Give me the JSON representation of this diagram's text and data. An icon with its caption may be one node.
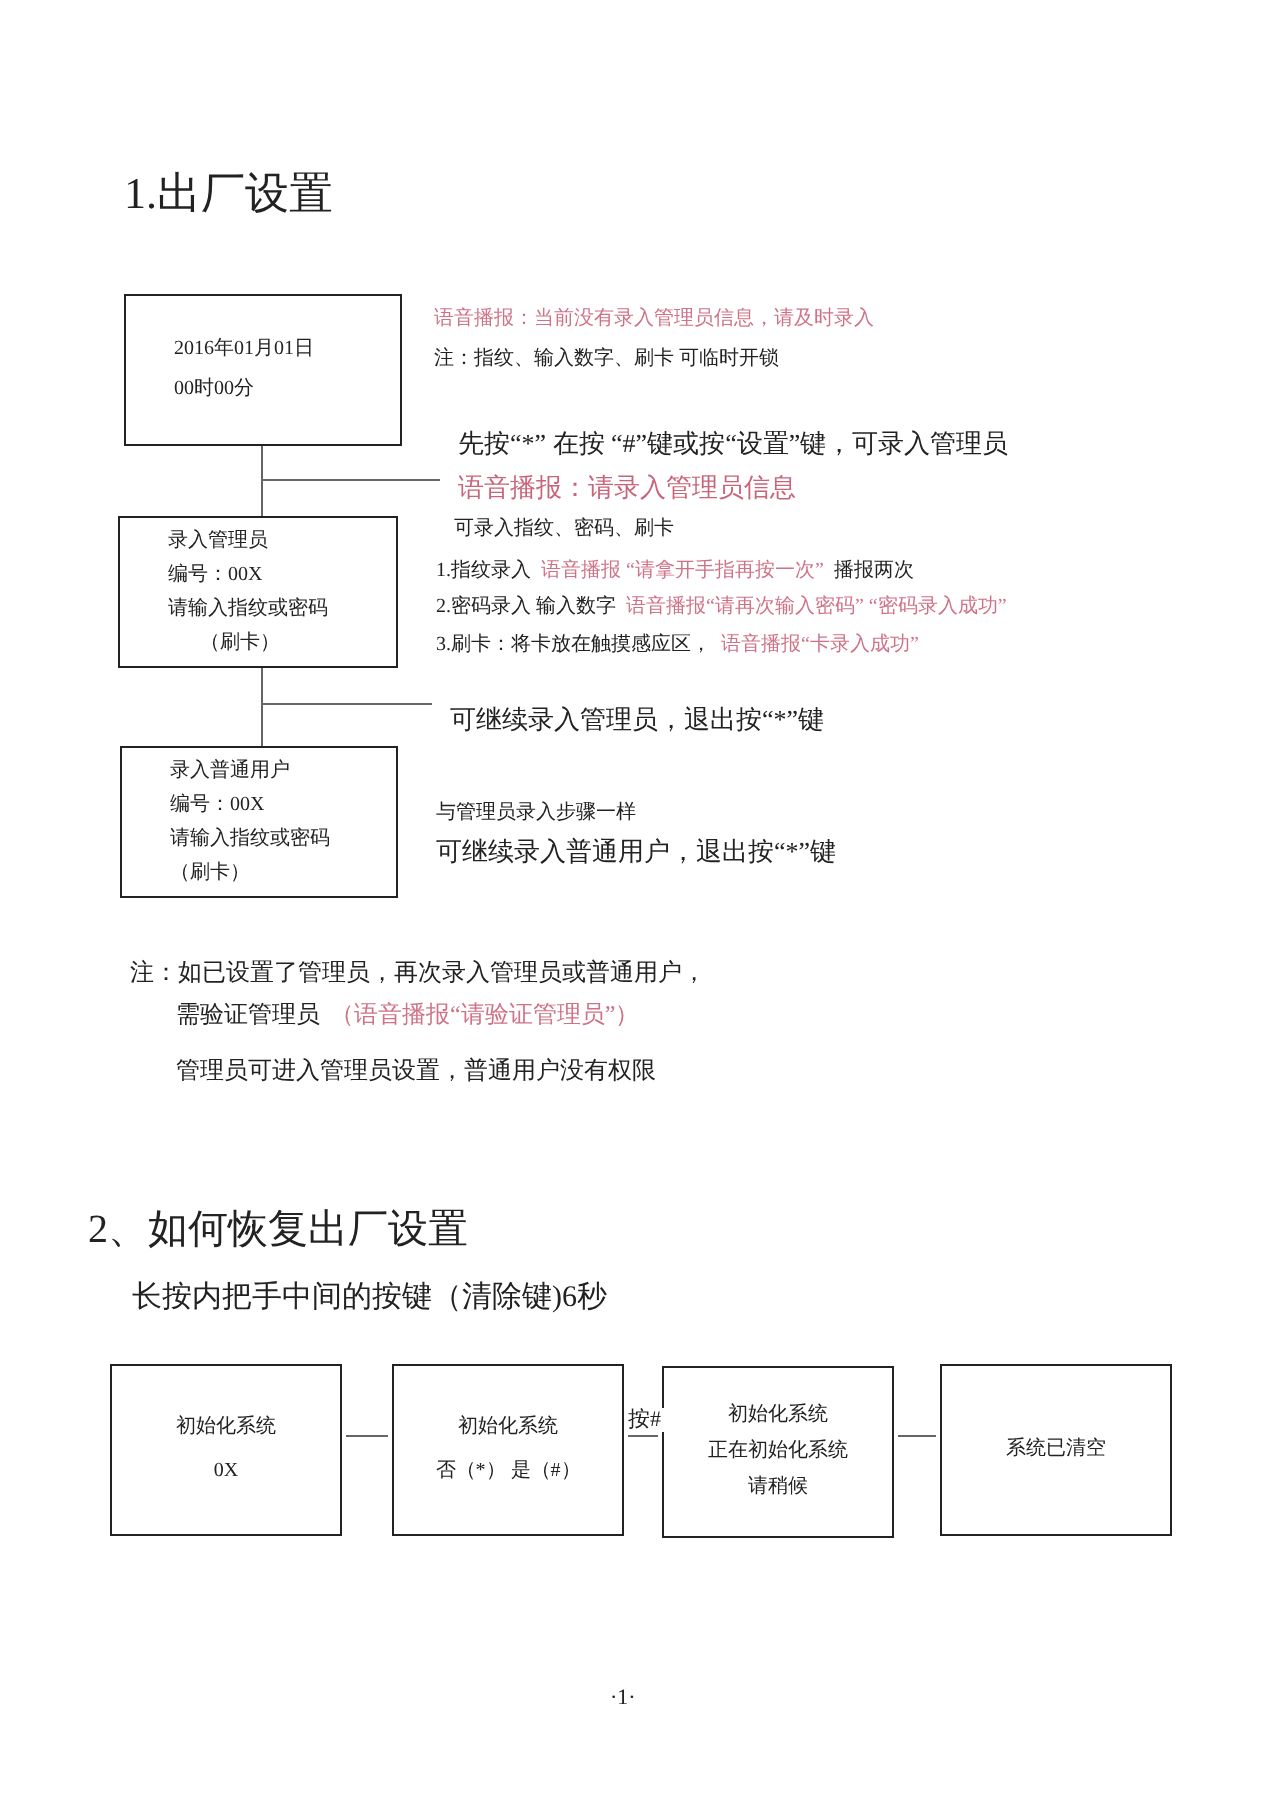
{
  "diagram": {
    "nodes": [
      {
        "text": [
          "2016年01月01日",
          "00时00分"
        ]
      },
      {
        "text": [
          "录入管理员",
          "编号：00X",
          "请输入指纹或密码",
          "（刷卡）"
        ]
      },
      {
        "text": [
          "录入普通用户",
          "编号：00X",
          "请输入指纹或密码",
          "（刷卡）"
        ]
      },
      {
        "text": [
          "先按“*”  在按  “#”键或按“设置”键，可录入管理员",
          "语音播报：请录入管理员信息"
        ]
      },
      {
        "text": [
          "可继续录入管理员，退出按“*”键"
        ]
      },
      {
        "text": [
          "初始化系统",
          "0X"
        ]
      },
      {
        "text": [
          "初始化系统",
          "否（*）  是（#）"
        ]
      },
      {
        "text": [
          "初始化系统",
          "正在初始化系统",
          "请稍候"
        ]
      },
      {
        "text": [
          "系统已清空"
        ]
      }
    ],
    "edges": [
      {
        "from": 0,
        "to": 1,
        "arrow": "none"
      },
      {
        "from": 1,
        "to": 2,
        "arrow": "none"
      },
      {
        "from": 0,
        "to": 3,
        "arrow": "none"
      },
      {
        "from": 1,
        "to": 4,
        "arrow": "none"
      },
      {
        "from": 5,
        "to": 6,
        "arrow": "none"
      },
      {
        "from": 6,
        "to": 7,
        "label": "按#",
        "arrow": "none"
      },
      {
        "from": 7,
        "to": 8,
        "arrow": "none"
      }
    ],
    "labels": [
      "1.出厂设置",
      "语音播报：当前没有录入管理员信息，请及时录入",
      "注：指纹、输入数字、刷卡  可临时开锁",
      "可录入指纹、密码、刷卡",
      "1.指纹录入",
      "语音播报  “请拿开手指再按一次”",
      "播报两次",
      "2.密码录入  输入数字",
      "语音播报“请再次输入密码”  “密码录入成功”",
      "3.刷卡：将卡放在触摸感应区，",
      "语音播报“卡录入成功”",
      "与管理员录入步骤一样",
      "可继续录入普通用户，退出按“*”键",
      "注：如已设置了管理员，再次录入管理员或普通用户，",
      "需验证管理员",
      "（语音播报“请验证管理员”）",
      "管理员可进入管理员设置，普通用户没有权限",
      "2、如何恢复出厂设置",
      "长按内把手中间的按键（清除键)6秒",
      "·1·"
    ]
  }
}
